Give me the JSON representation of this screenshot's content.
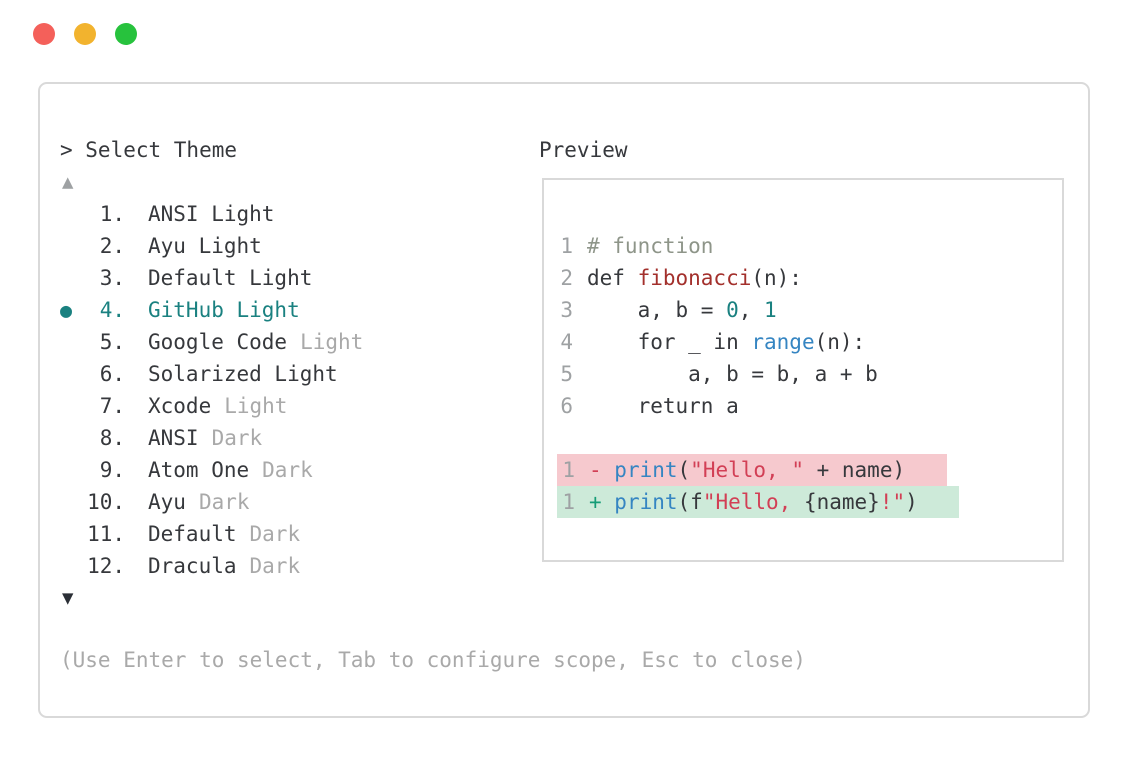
{
  "colors": {
    "accent": "#1a8180",
    "text-dark": "#36383c",
    "text-gray": "#9ea1a3",
    "text-muted": "#a9a9a9",
    "comment": "#8e9589",
    "func-red": "#a3302c",
    "builtin-blue": "#3585c2",
    "string-red": "#d23f55",
    "diff-plus": "#169c77",
    "removed-bg": "#f6c9ce",
    "added-bg": "#cdead9",
    "panel-border": "#d9d9d9",
    "triangle-down": "#2b2f36",
    "traffic-red": "#f4605a",
    "traffic-yellow": "#f2b32e",
    "traffic-green": "#27c23d"
  },
  "theme_picker": {
    "title": "> Select Theme",
    "scroll_up_indicator": "▲",
    "scroll_down_indicator": "▼",
    "selected_bullet": "●",
    "items": [
      {
        "number": "1.",
        "name": "ANSI Light",
        "variant": "",
        "selected": false
      },
      {
        "number": "2.",
        "name": "Ayu Light",
        "variant": "",
        "selected": false
      },
      {
        "number": "3.",
        "name": "Default Light",
        "variant": "",
        "selected": false
      },
      {
        "number": "4.",
        "name": "GitHub Light",
        "variant": "",
        "selected": true
      },
      {
        "number": "5.",
        "name": "Google Code",
        "variant": "Light",
        "selected": false
      },
      {
        "number": "6.",
        "name": "Solarized Light",
        "variant": "",
        "selected": false
      },
      {
        "number": "7.",
        "name": "Xcode",
        "variant": "Light",
        "selected": false
      },
      {
        "number": "8.",
        "name": "ANSI",
        "variant": "Dark",
        "selected": false
      },
      {
        "number": "9.",
        "name": "Atom One",
        "variant": "Dark",
        "selected": false
      },
      {
        "number": "10.",
        "name": "Ayu",
        "variant": "Dark",
        "selected": false
      },
      {
        "number": "11.",
        "name": "Default",
        "variant": "Dark",
        "selected": false
      },
      {
        "number": "12.",
        "name": "Dracula",
        "variant": "Dark",
        "selected": false
      }
    ],
    "footer_hint": "(Use Enter to select, Tab to configure scope, Esc to close)"
  },
  "preview": {
    "title": "Preview",
    "code_lines": [
      {
        "number": "1",
        "tokens": [
          [
            "comment",
            "# function"
          ]
        ]
      },
      {
        "number": "2",
        "tokens": [
          [
            "plain",
            "def "
          ],
          [
            "func",
            "fibonacci"
          ],
          [
            "plain",
            "(n):"
          ]
        ]
      },
      {
        "number": "3",
        "tokens": [
          [
            "plain",
            "    a, b = "
          ],
          [
            "number",
            "0"
          ],
          [
            "plain",
            ", "
          ],
          [
            "number",
            "1"
          ]
        ]
      },
      {
        "number": "4",
        "tokens": [
          [
            "plain",
            "    for _ in "
          ],
          [
            "builtin",
            "range"
          ],
          [
            "plain",
            "(n):"
          ]
        ]
      },
      {
        "number": "5",
        "tokens": [
          [
            "plain",
            "        a, b = b, a + b"
          ]
        ]
      },
      {
        "number": "6",
        "tokens": [
          [
            "plain",
            "    return a"
          ]
        ]
      }
    ],
    "diff_lines": [
      {
        "number": "1",
        "kind": "removed",
        "tokens": [
          [
            "diff-minus",
            "- "
          ],
          [
            "builtin",
            "print"
          ],
          [
            "plain",
            "("
          ],
          [
            "string",
            "\"Hello, \""
          ],
          [
            "plain",
            " + name)"
          ]
        ]
      },
      {
        "number": "1",
        "kind": "added",
        "tokens": [
          [
            "diff-plus",
            "+ "
          ],
          [
            "builtin",
            "print"
          ],
          [
            "plain",
            "(f"
          ],
          [
            "string",
            "\"Hello, "
          ],
          [
            "plain",
            "{name}"
          ],
          [
            "string",
            "!\""
          ],
          [
            "plain",
            ")"
          ]
        ]
      }
    ]
  }
}
